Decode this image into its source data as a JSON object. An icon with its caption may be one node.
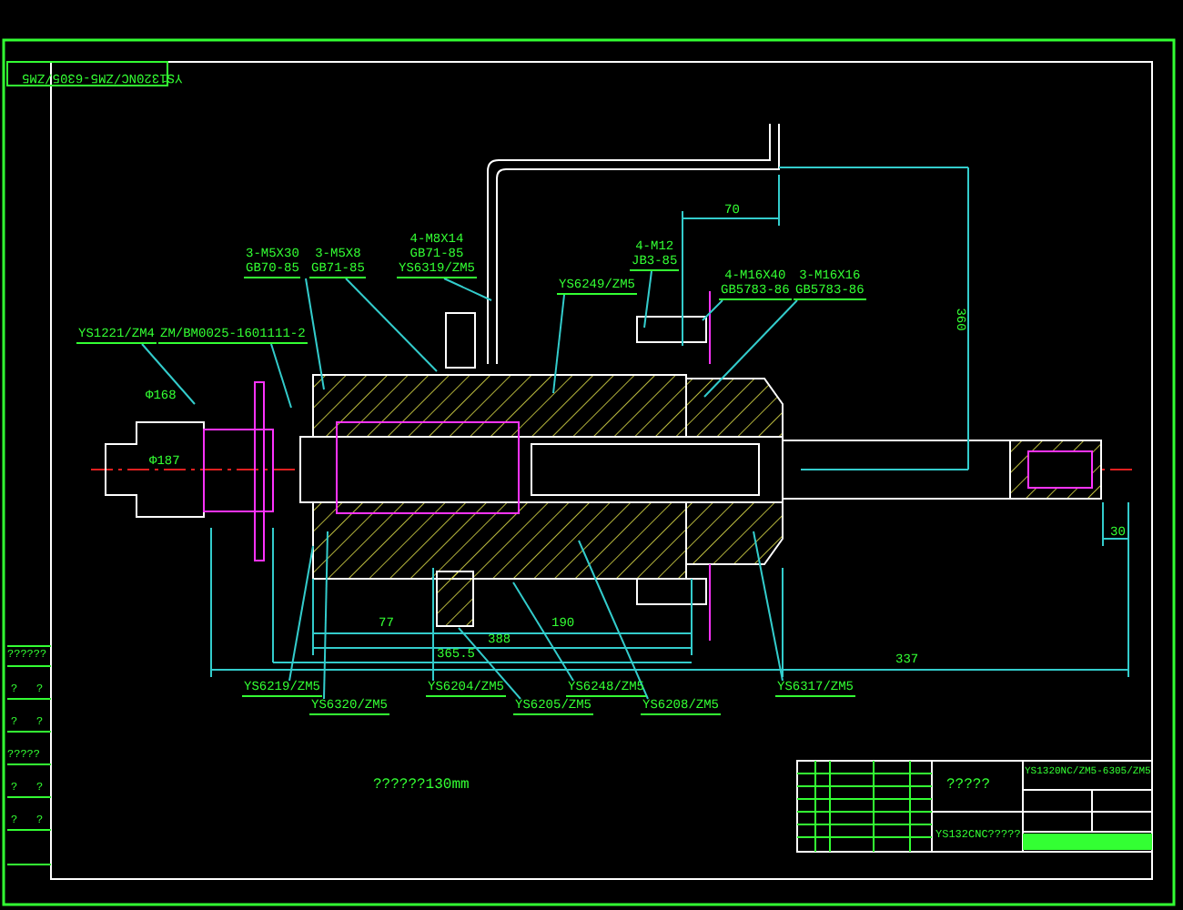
{
  "diagram": {
    "nodes": [
      {
        "text": [
          "YS1221/ZM4"
        ]
      },
      {
        "text": [
          "ZM/BM0025-1601111-2"
        ]
      },
      {
        "text": [
          "3-M5X30",
          "GB70-85"
        ]
      },
      {
        "text": [
          "3-M5X8",
          "GB71-85"
        ]
      },
      {
        "text": [
          "4-M8X14",
          "GB71-85",
          "YS6319/ZM5"
        ]
      },
      {
        "text": [
          "YS6249/ZM5"
        ]
      },
      {
        "text": [
          "4-M12",
          "JB3-85"
        ]
      },
      {
        "text": [
          "4-M16X40",
          "GB5783-86"
        ]
      },
      {
        "text": [
          "3-M16X16",
          "GB5783-86"
        ]
      },
      {
        "text": [
          "YS6219/ZM5"
        ]
      },
      {
        "text": [
          "YS6320/ZM5"
        ]
      },
      {
        "text": [
          "YS6204/ZM5"
        ]
      },
      {
        "text": [
          "YS6205/ZM5"
        ]
      },
      {
        "text": [
          "YS6248/ZM5"
        ]
      },
      {
        "text": [
          "YS6208/ZM5"
        ]
      },
      {
        "text": [
          "YS6317/ZM5"
        ]
      }
    ],
    "edges": [
      {
        "from": 0,
        "to": null,
        "arrow": "none"
      },
      {
        "from": 1,
        "to": null,
        "arrow": "none"
      },
      {
        "from": 2,
        "to": null,
        "arrow": "none"
      },
      {
        "from": 3,
        "to": null,
        "arrow": "none"
      },
      {
        "from": 4,
        "to": null,
        "arrow": "none"
      },
      {
        "from": 5,
        "to": null,
        "arrow": "none"
      },
      {
        "from": 6,
        "to": null,
        "arrow": "none"
      },
      {
        "from": 7,
        "to": null,
        "arrow": "none"
      },
      {
        "from": 8,
        "to": null,
        "arrow": "none"
      },
      {
        "from": 9,
        "to": null,
        "arrow": "none"
      },
      {
        "from": 10,
        "to": null,
        "arrow": "none"
      },
      {
        "from": 11,
        "to": null,
        "arrow": "none"
      },
      {
        "from": 12,
        "to": null,
        "arrow": "none"
      },
      {
        "from": 13,
        "to": null,
        "arrow": "none"
      },
      {
        "from": 14,
        "to": null,
        "arrow": "none"
      },
      {
        "from": 15,
        "to": null,
        "arrow": "none"
      }
    ],
    "labels": [
      "YS1320NC/ZM5-6305/ZM5",
      "Φ168",
      "Φ187",
      "70",
      "360",
      "30",
      "77",
      "190",
      "388",
      "365.5",
      "337",
      "??????130mm",
      "??????",
      "?",
      "?",
      "?",
      "?",
      "?????",
      "?",
      "?",
      "?",
      "?",
      "?????",
      "YS132CNC?????",
      "YS1320NC/ZM5-6305/ZM5"
    ]
  }
}
